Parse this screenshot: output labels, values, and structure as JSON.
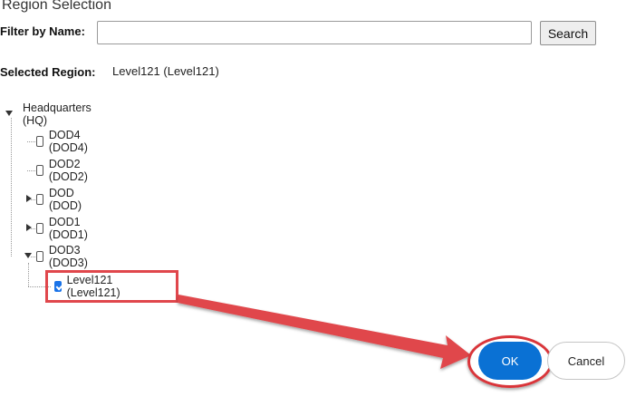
{
  "dialog": {
    "title": "Region Selection",
    "filter_label": "Filter by Name:",
    "filter_value": "",
    "search_label": "Search",
    "selected_label": "Selected Region:",
    "selected_value": "Level121 (Level121)"
  },
  "tree": {
    "root": {
      "label": "Headquarters (HQ)",
      "expanded": true
    },
    "children": [
      {
        "label": "DOD4 (DOD4)",
        "checked": false,
        "expander": "none"
      },
      {
        "label": "DOD2 (DOD2)",
        "checked": false,
        "expander": "none"
      },
      {
        "label": "DOD (DOD)",
        "checked": false,
        "expander": "collapsed"
      },
      {
        "label": "DOD1 (DOD1)",
        "checked": false,
        "expander": "collapsed"
      },
      {
        "label": "DOD3 (DOD3)",
        "checked": false,
        "expander": "expanded"
      }
    ],
    "grandchild": {
      "label": "Level121 (Level121)",
      "checked": true
    }
  },
  "buttons": {
    "ok_label": "OK",
    "cancel_label": "Cancel"
  },
  "colors": {
    "accent": "#0a71d4",
    "annotation": "#e0474c"
  }
}
